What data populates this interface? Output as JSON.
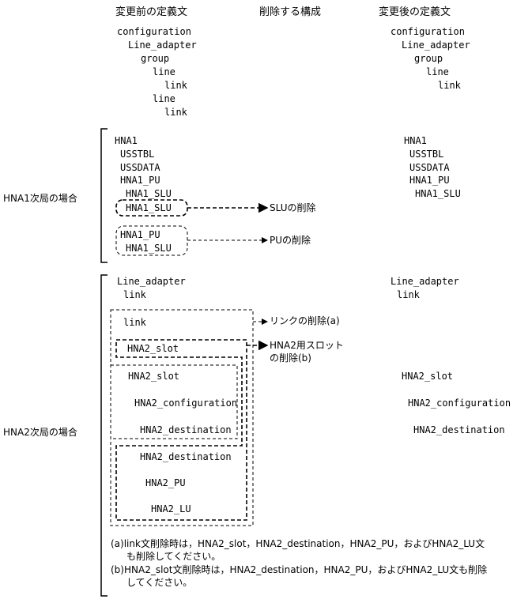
{
  "headers": {
    "before": "変更前の定義文",
    "deleted": "削除する構成",
    "after": "変更後の定義文"
  },
  "top": {
    "before": [
      "configuration",
      "Line_adapter",
      "group",
      "line",
      "link",
      "line",
      "link"
    ],
    "after": [
      "configuration",
      "Line_adapter",
      "group",
      "line",
      "link"
    ]
  },
  "hna1": {
    "section_label": "HNA1次局の場合",
    "before": [
      "HNA1",
      "USSTBL",
      "USSDATA",
      "HNA1_PU",
      "HNA1_SLU",
      "HNA1_SLU",
      "HNA1_PU",
      "HNA1_SLU"
    ],
    "after": [
      "HNA1",
      "USSTBL",
      "USSDATA",
      "HNA1_PU",
      "HNA1_SLU"
    ],
    "slu_delete": "SLUの削除",
    "pu_delete": "PUの削除"
  },
  "hna2": {
    "section_label": "HNA2次局の場合",
    "before": [
      "Line_adapter",
      "link",
      "link",
      "HNA2_slot",
      "HNA2_slot",
      "HNA2_configuration",
      "HNA2_destination",
      "HNA2_destination",
      "HNA2_PU",
      "HNA2_LU"
    ],
    "after": [
      "Line_adapter",
      "link",
      "HNA2_slot",
      "HNA2_configuration",
      "HNA2_destination"
    ],
    "link_delete": "リンクの削除(a)",
    "slot_delete_1": "HNA2用スロット",
    "slot_delete_2": "の削除(b)"
  },
  "notes": {
    "a1": "(a)link文削除時は，HNA2_slot，HNA2_destination，HNA2_PU，およびHNA2_LU文",
    "a2": "も削除してください。",
    "b1": "(b)HNA2_slot文削除時は，HNA2_destination，HNA2_PU，およびHNA2_LU文も削除",
    "b2": "してください。"
  }
}
